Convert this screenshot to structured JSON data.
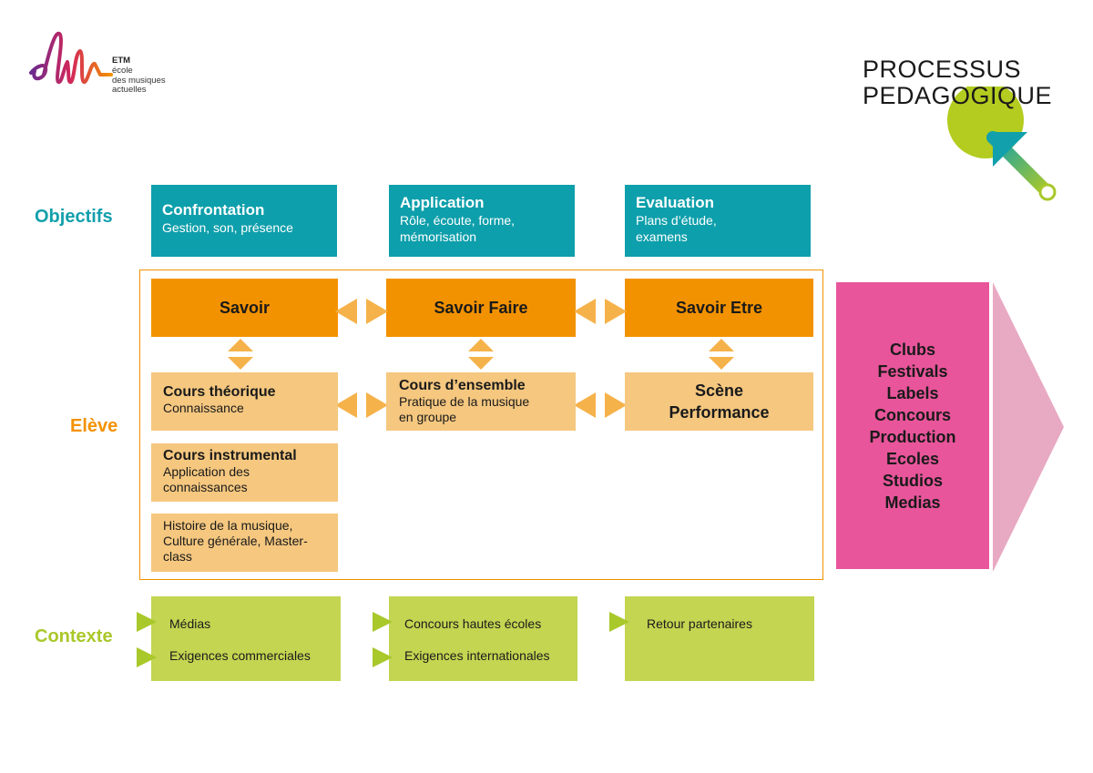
{
  "logo": {
    "brand": "ETM",
    "subtitle_lines": [
      "école",
      "des musiques",
      "actuelles"
    ],
    "colors": [
      "#6a2a8e",
      "#d3275a",
      "#f39200"
    ]
  },
  "title": {
    "line1": "PROCESSUS",
    "line2": "PEDAGOGIQUE"
  },
  "labels": {
    "objectifs": "Objectifs",
    "eleve": "Elève",
    "contexte": "Contexte"
  },
  "objectifs": [
    {
      "title": "Confrontation",
      "desc": "Gestion, son, présence"
    },
    {
      "title": "Application",
      "desc": "Rôle, écoute, forme, mémorisation"
    },
    {
      "title": "Evaluation",
      "desc": "Plans d’étude, examens"
    }
  ],
  "savoirs": [
    "Savoir",
    "Savoir Faire",
    "Savoir Etre"
  ],
  "cours": {
    "theorique": {
      "title": "Cours théorique",
      "desc": "Connaissance"
    },
    "ensemble": {
      "title": "Cours d’ensemble",
      "desc": "Pratique de la musique en groupe"
    },
    "scene": {
      "line1": "Scène",
      "line2": "Performance"
    },
    "instrumental": {
      "title": "Cours instrumental",
      "desc": "Application des connaissances"
    },
    "histoire": {
      "desc": "Histoire de la musique, Culture générale, Master-class"
    }
  },
  "debouches": [
    "Clubs",
    "Festivals",
    "Labels",
    "Concours",
    "Production",
    "Ecoles",
    "Studios",
    "Medias"
  ],
  "contexte": [
    [
      "Médias",
      "Exigences commerciales"
    ],
    [
      "Concours hautes écoles",
      "Exigences internationales"
    ],
    [
      "Retour partenaires"
    ]
  ],
  "colors": {
    "teal": "#0d9fab",
    "orange": "#f39200",
    "peach": "#f5c77f",
    "pink": "#e8559a",
    "pink_light": "#e8a9c3",
    "green": "#c3d551",
    "green_dark": "#a9c82a"
  }
}
